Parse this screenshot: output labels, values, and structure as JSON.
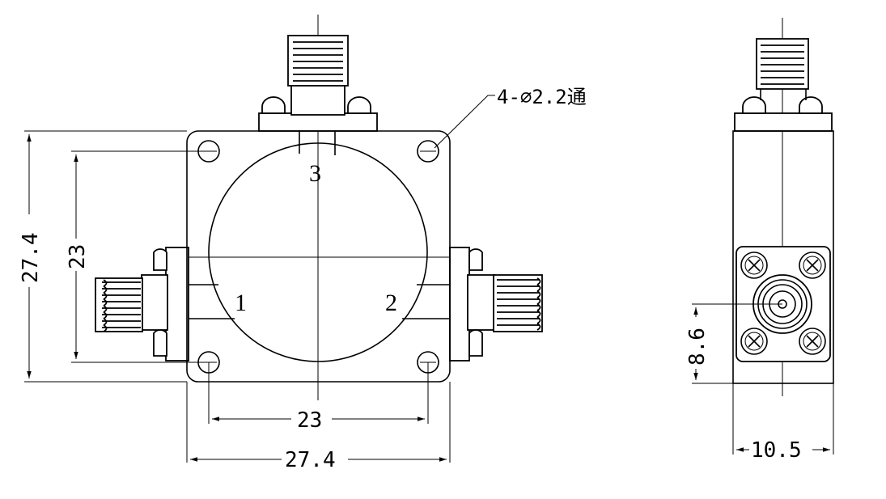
{
  "ports": {
    "p1": "1",
    "p2": "2",
    "p3": "3"
  },
  "dimensions": {
    "width_overall": "27.4",
    "width_holes": "23",
    "height_overall": "27.4",
    "height_holes": "23",
    "side_width": "10.5",
    "side_height": "8.6"
  },
  "note": "4-⌀2.2通"
}
